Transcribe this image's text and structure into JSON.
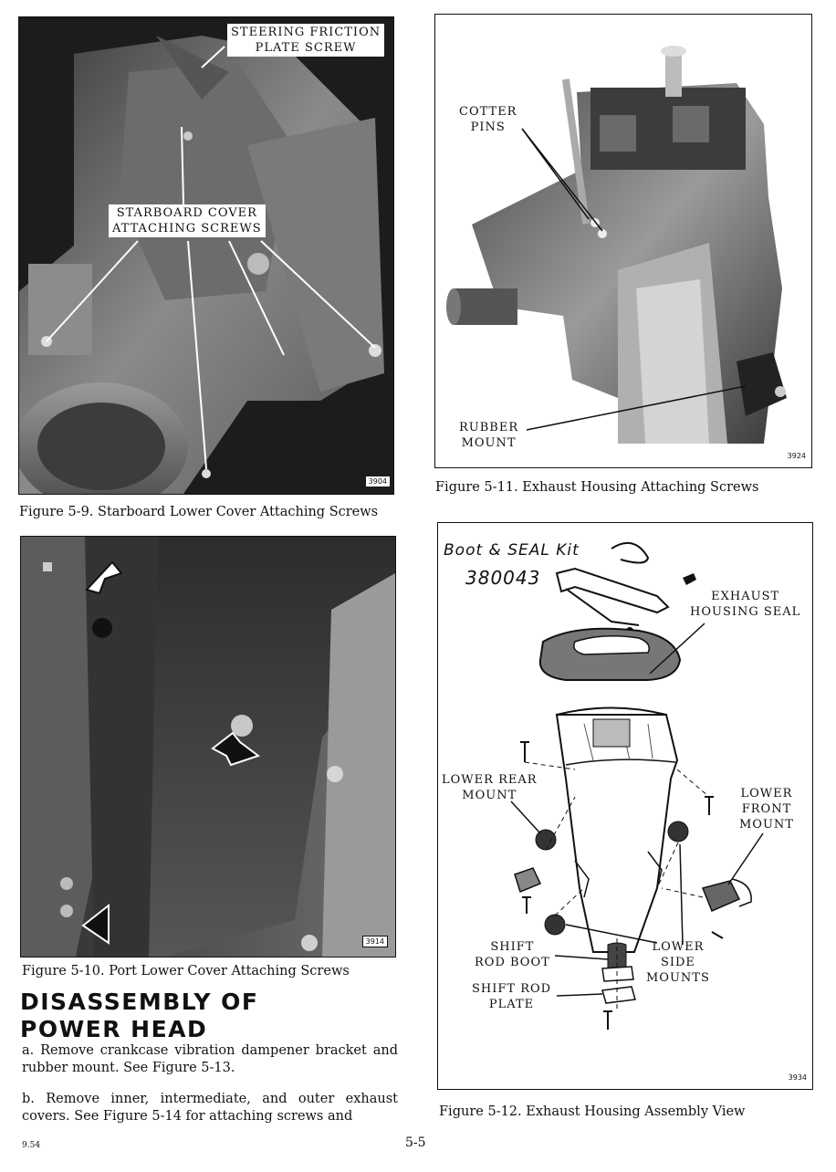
{
  "fig9": {
    "callout_steering": [
      "STEERING FRICTION",
      "PLATE SCREW"
    ],
    "callout_starboard": [
      "STARBOARD COVER",
      "ATTACHING SCREWS"
    ],
    "number": "3904",
    "caption": "Figure 5-9. Starboard Lower Cover Attaching Screws"
  },
  "fig10": {
    "number": "3914",
    "caption": "Figure 5-10. Port Lower Cover Attaching Screws"
  },
  "fig11": {
    "callout_cotter": [
      "COTTER",
      "PINS"
    ],
    "callout_rubber": [
      "RUBBER",
      "MOUNT"
    ],
    "number": "3924",
    "caption": "Figure 5-11. Exhaust Housing Attaching Screws"
  },
  "fig12": {
    "handwritten_1": "Boot & SEAL Kit",
    "handwritten_2": "380043",
    "callout_exhaust_seal": [
      "EXHAUST",
      "HOUSING SEAL"
    ],
    "callout_lower_rear": [
      "LOWER REAR",
      "MOUNT"
    ],
    "callout_lower_front": [
      "LOWER",
      "FRONT",
      "MOUNT"
    ],
    "callout_shift_boot": [
      "SHIFT",
      "ROD BOOT"
    ],
    "callout_lower_side": [
      "LOWER",
      "SIDE",
      "MOUNTS"
    ],
    "callout_shift_plate": [
      "SHIFT ROD",
      "PLATE"
    ],
    "number": "3934",
    "caption": "Figure 5-12. Exhaust Housing Assembly View"
  },
  "section": {
    "heading_line1": "DISASSEMBLY OF",
    "heading_line2": "POWER HEAD",
    "para_a": "a. Remove crankcase vibration dampener bracket and rubber mount. See Figure 5-13.",
    "para_b": "b. Remove inner, intermediate, and outer exhaust covers. See Figure 5-14 for attaching screws and"
  },
  "footer": {
    "date": "9.54",
    "page": "5-5"
  }
}
